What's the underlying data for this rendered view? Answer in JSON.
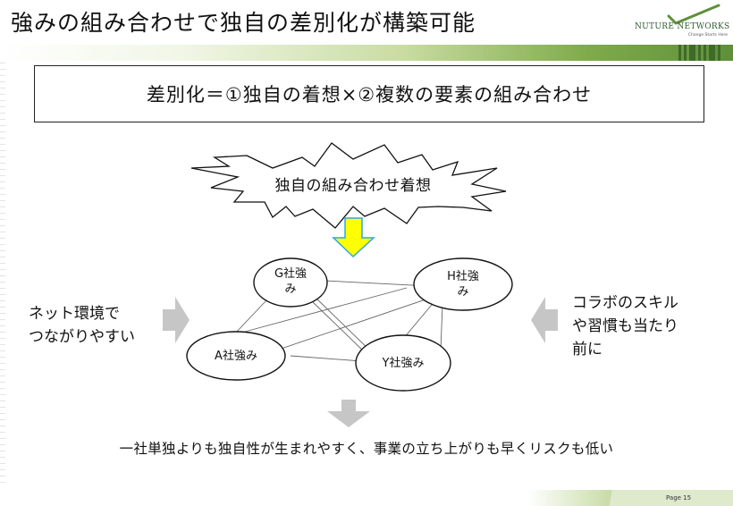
{
  "slide": {
    "title": "強みの組み合わせで独自の差別化が構築可能",
    "page_label": "Page 15"
  },
  "logo": {
    "name": "NUTURE NETWORKS",
    "tagline": "Change Starts Here"
  },
  "headline": "差別化＝①独自の着想×②複数の要素の組み合わせ",
  "starburst": "独自の組み合わせ着想",
  "nodes": {
    "g": [
      "G社強",
      "み"
    ],
    "h": [
      "H社強",
      "み"
    ],
    "a": "A社強み",
    "y": "Y社強み"
  },
  "left_note": [
    "ネット環境で",
    "つながりやすい"
  ],
  "right_note": [
    "コラボのスキル",
    "や習慣も当たり",
    "前に"
  ],
  "conclusion": "一社単独よりも独自性が生まれやすく、事業の立ち上がりも早くリスクも低い",
  "colors": {
    "arrow_yellow": "#ffff00",
    "arrow_outline": "#2fa7dd",
    "arrow_gray": "#c6c6c6",
    "accent_green": "#5f8f3a"
  }
}
